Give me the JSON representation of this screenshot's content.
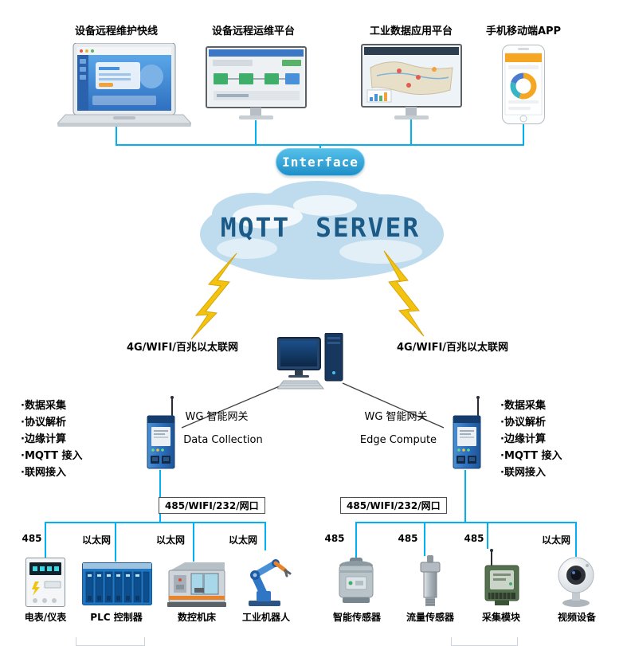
{
  "colors": {
    "line": "#00b0f0",
    "bolt": "#f2c40f",
    "bolt_edge": "#d9a408",
    "cloud_fill": "#bedcee",
    "cloud_text": "#1b5a86",
    "interface_top": "#55c0ea",
    "interface_bottom": "#1e8fc9"
  },
  "top_devices": [
    {
      "label": "设备远程维护快线"
    },
    {
      "label": "设备远程运维平台"
    },
    {
      "label": "工业数据应用平台"
    },
    {
      "label": "手机移动端APP"
    }
  ],
  "interface_box": {
    "label": "Interface"
  },
  "cloud": {
    "title": "MQTT SERVER"
  },
  "network_links": {
    "left": "4G/WIFI/百兆以太联网",
    "right": "4G/WIFI/百兆以太联网"
  },
  "gateway_left": {
    "name": "WG 智能网关",
    "role": "Data Collection",
    "features": [
      "·数据采集",
      "·协议解析",
      "·边缘计算",
      "·MQTT 接入",
      "·联网接入"
    ]
  },
  "gateway_right": {
    "name": "WG 智能网关",
    "role": "Edge Compute",
    "features": [
      "·数据采集",
      "·协议解析",
      "·边缘计算",
      "·MQTT 接入",
      "·联网接入"
    ]
  },
  "bus_left": {
    "label": "485/WIFI/232/网口",
    "branches": [
      {
        "conn": "485",
        "device": "电表/仪表"
      },
      {
        "conn": "以太网",
        "device": "PLC 控制器"
      },
      {
        "conn": "以太网",
        "device": "数控机床"
      },
      {
        "conn": "以太网",
        "device": "工业机器人"
      }
    ]
  },
  "bus_right": {
    "label": "485/WIFI/232/网口",
    "branches": [
      {
        "conn": "485",
        "device": "智能传感器"
      },
      {
        "conn": "485",
        "device": "流量传感器"
      },
      {
        "conn": "485",
        "device": "采集模块"
      },
      {
        "conn": "以太网",
        "device": "视频设备"
      }
    ]
  }
}
